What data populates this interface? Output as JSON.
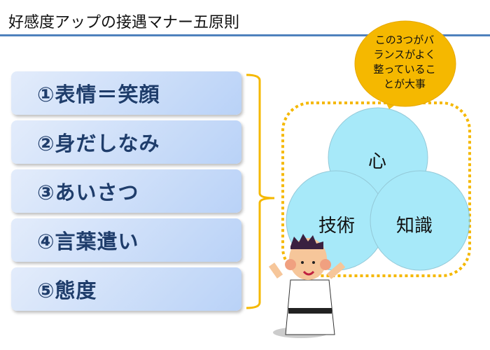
{
  "title": "好感度アップの接遇マナー五原則",
  "principles": [
    "①表情＝笑顔",
    "②身だしなみ",
    "③あいさつ",
    "④言葉遣い",
    "⑤態度"
  ],
  "bubble": {
    "lines": [
      "この3つがバ",
      "ランスがよく",
      "整っているこ",
      "とが大事"
    ]
  },
  "venn": {
    "top": "心",
    "left": "技術",
    "right": "知識"
  },
  "colors": {
    "accent_line": "#4f81bd",
    "bracket": "#f5b800",
    "circle": "#8fe4f8",
    "box_text": "#1f3d6b"
  }
}
